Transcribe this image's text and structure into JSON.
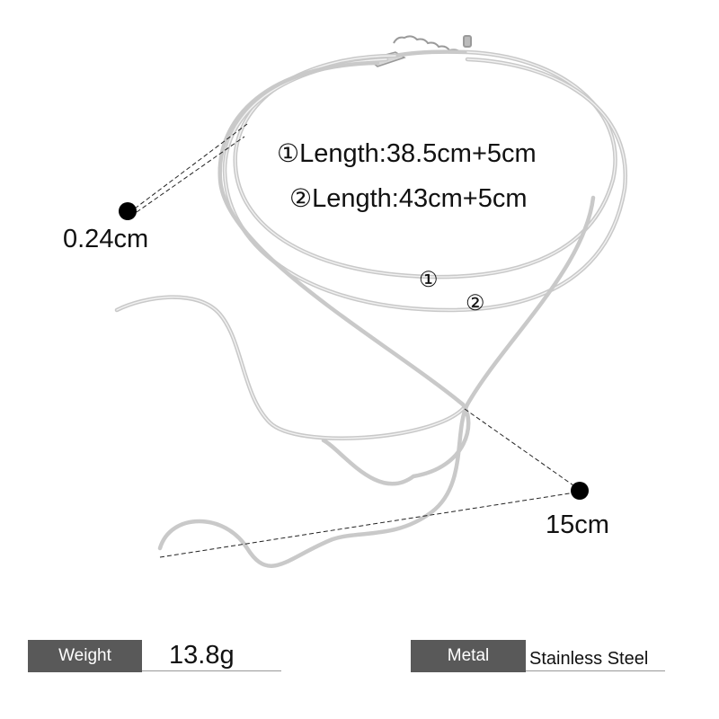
{
  "product": {
    "lengths": [
      {
        "marker": "①",
        "label": "Length:38.5cm+5cm"
      },
      {
        "marker": "②",
        "label": "Length:43cm+5cm"
      }
    ],
    "strand_markers": [
      "①",
      "②"
    ],
    "dimensions": {
      "width": "0.24cm",
      "drop": "15cm"
    },
    "specs": [
      {
        "label": "Weight",
        "value": "13.8g"
      },
      {
        "label": "Metal",
        "value": "Stainless Steel"
      }
    ]
  },
  "colors": {
    "spec_label_bg": "#595959",
    "chain": "#c9c9c9",
    "text": "#111111"
  }
}
